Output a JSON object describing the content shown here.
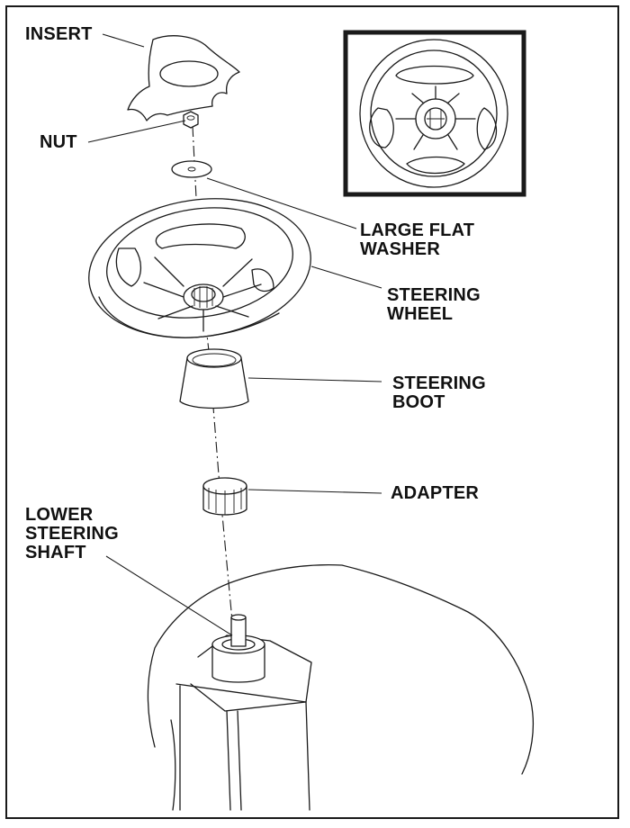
{
  "labels": {
    "insert": "INSERT",
    "nut": "NUT",
    "washer_line1": "LARGE FLAT",
    "washer_line2": "WASHER",
    "wheel_line1": "STEERING",
    "wheel_line2": "WHEEL",
    "boot_line1": "STEERING",
    "boot_line2": "BOOT",
    "adapter": "ADAPTER",
    "shaft_line1": "LOWER",
    "shaft_line2": "STEERING",
    "shaft_line3": "SHAFT"
  },
  "colors": {
    "ink": "#1a1a1a",
    "background": "#ffffff"
  }
}
